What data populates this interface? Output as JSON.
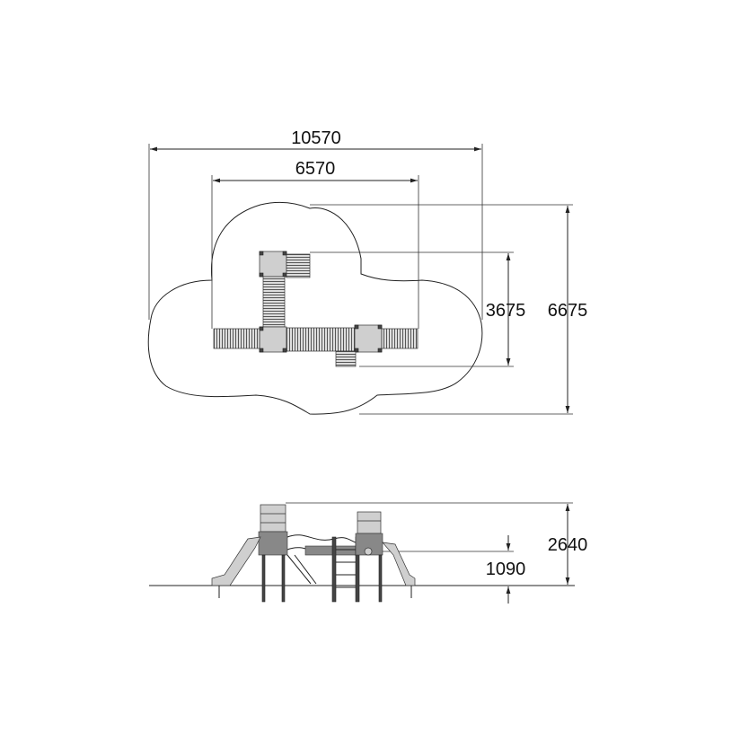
{
  "plan_view": {
    "dimensions": {
      "overall_width": "10570",
      "inner_width": "6570",
      "inner_depth": "3675",
      "overall_depth": "6675"
    }
  },
  "side_view": {
    "dimensions": {
      "total_height": "2640",
      "platform_height": "1090"
    }
  }
}
